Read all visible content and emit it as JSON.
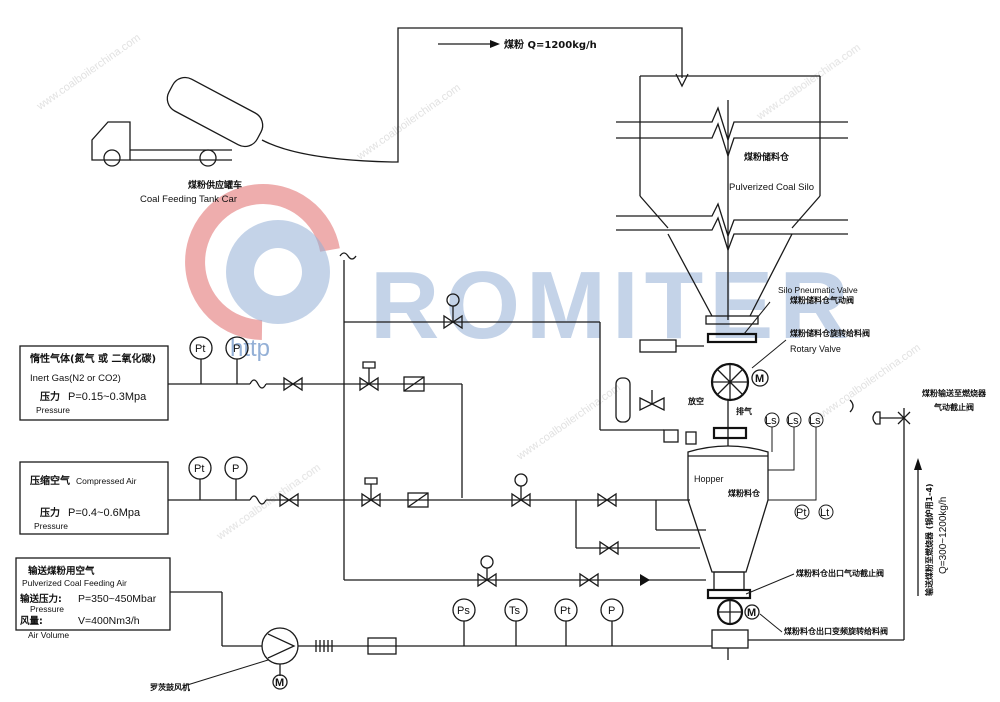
{
  "watermark": {
    "brand": "ROMITER",
    "site": "www.coalboilerchina.com",
    "url_fragment": "http"
  },
  "tank_car": {
    "label_cn": "煤粉供应罐车",
    "label_en": "Coal Feeding Tank Car"
  },
  "flow_top": {
    "label": "煤粉 Q=1200kg/h"
  },
  "silo": {
    "label_cn": "煤粉储料仓",
    "label_en": "Pulverized Coal Silo",
    "pneumatic_valve_en": "Silo Pneumatic Valve",
    "pneumatic_valve_cn": "煤粉储料仓气动阀",
    "rotary_valve_cn": "煤粉储料仓旋转给料阀",
    "rotary_valve_en": "Rotary Valve"
  },
  "inert_gas": {
    "title_cn": "惰性气体(氮气 或 二氧化碳)",
    "title_en": "Inert Gas(N2 or CO2)",
    "pressure_cn": "压力",
    "pressure_value": "P=0.15~0.3Mpa",
    "pressure_en": "Pressure"
  },
  "compressed_air": {
    "title_cn": "压缩空气",
    "title_en": "Compressed Air",
    "pressure_cn": "压力",
    "pressure_value": "P=0.4~0.6Mpa",
    "pressure_en": "Pressure"
  },
  "feeding_air": {
    "title_cn": "输送煤粉用空气",
    "title_en": "Pulverized Coal Feeding Air",
    "pressure_cn": "输送压力:",
    "pressure_value": "P=350~450Mbar",
    "pressure_en": "Pressure",
    "volume_cn": "风量:",
    "volume_value": "V=400Nm3/h",
    "volume_en": "Air Volume"
  },
  "hopper": {
    "label_en": "Hopper",
    "label_cn": "煤粉料仓",
    "filter_label": "放空",
    "vent_label": "排气"
  },
  "right_side": {
    "burner_valve_label_1": "煤粉输送至燃烧器",
    "burner_valve_label_2": "气动截止阀",
    "flow_vertical_cn": "输送煤粉至燃烧器 (锅炉用1-4)",
    "flow_vertical_q": "Q=300~1200kg/h",
    "level_valve_cn": "煤粉料仓出口气动截止阀",
    "rotary_feeder_cn": "煤粉料仓出口变频旋转给料阀"
  },
  "blower": {
    "label_cn": "罗茨鼓风机"
  },
  "instruments": {
    "pt": "Pt",
    "p": "P",
    "ps": "Ps",
    "ts": "Ts",
    "ls": "Ls",
    "lt": "Lt",
    "m": "M"
  },
  "colors": {
    "logo_red": "#e06a6a",
    "logo_blue": "#3c6fb5",
    "line": "#1a1a1a"
  }
}
